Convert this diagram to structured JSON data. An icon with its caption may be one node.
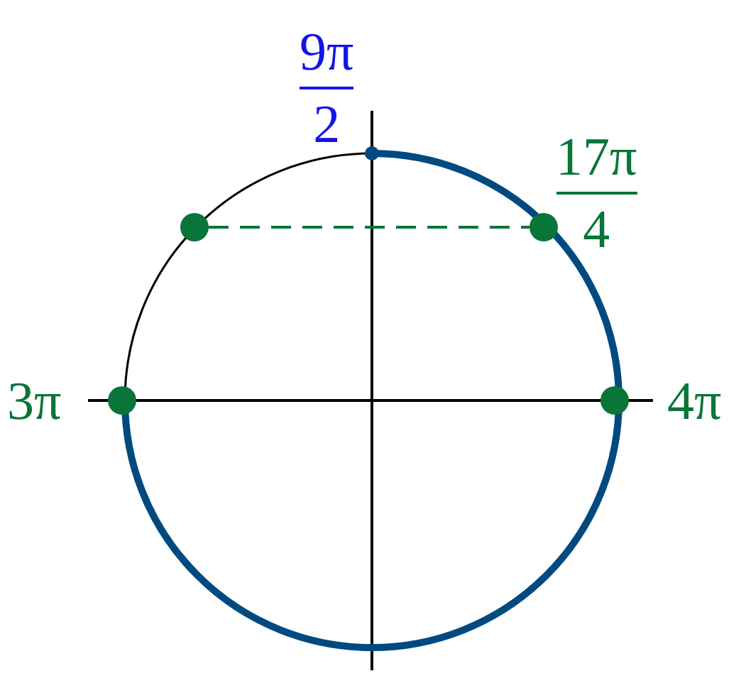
{
  "diagram": {
    "nodes": [
      {
        "text": [],
        "shape": "circle",
        "beside": [
          "9π",
          "2"
        ]
      },
      {
        "text": [],
        "shape": "circle"
      },
      {
        "text": [],
        "shape": "circle",
        "beside": [
          "17π",
          "4"
        ]
      },
      {
        "text": [],
        "shape": "circle",
        "beside": [
          "3π"
        ]
      },
      {
        "text": [],
        "shape": "circle",
        "beside": [
          "4π"
        ]
      }
    ],
    "edges": [
      {
        "from": 1,
        "to": 2,
        "arrow": "none",
        "style": "dashed"
      }
    ]
  }
}
